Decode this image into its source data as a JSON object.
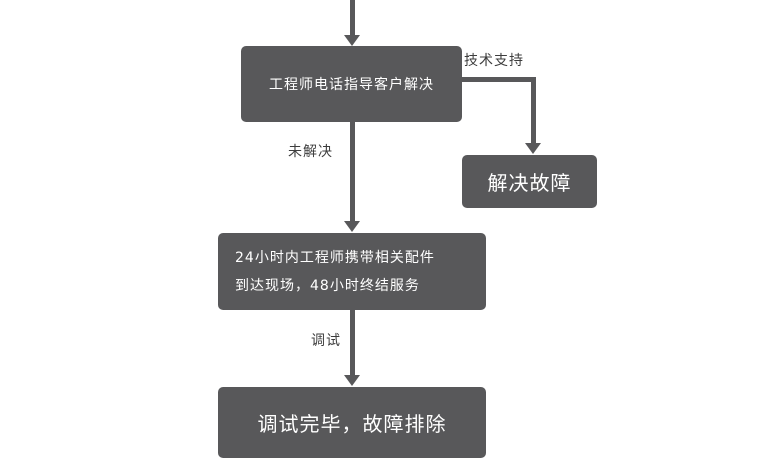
{
  "flowchart": {
    "nodes": {
      "phone_support": {
        "label": "工程师电话指导客户解决"
      },
      "resolve_fault": {
        "label": "解决故障"
      },
      "onsite_service": {
        "line1": "24小时内工程师携带相关配件",
        "line2": "到达现场，48小时终结服务"
      },
      "debug_complete": {
        "label": "调试完毕，故障排除"
      }
    },
    "edge_labels": {
      "tech_support": "技术支持",
      "unresolved": "未解决",
      "debug": "调试"
    },
    "colors": {
      "node_background": "#58585a",
      "node_text": "#ffffff",
      "connector": "#58585a",
      "edge_label_text": "#3d3d3d",
      "page_background": "#ffffff"
    }
  }
}
